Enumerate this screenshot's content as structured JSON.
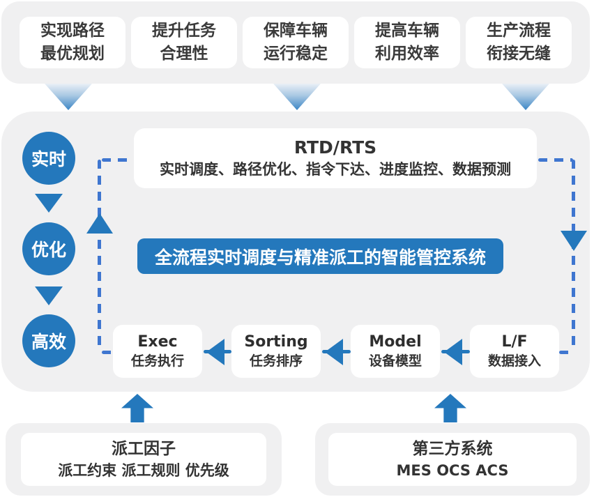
{
  "colors": {
    "solid_blue": "#2478bc",
    "dash_blue": "#3f76d0",
    "panel_gray": "#f0f0f1",
    "text_dark": "#3a3a3a",
    "arrow_gradient_top": "#e9eff6",
    "arrow_gradient_bottom": "#3b85c5"
  },
  "top_benefits": [
    {
      "line1": "实现路径",
      "line2": "最优规划"
    },
    {
      "line1": "提升任务",
      "line2": "合理性"
    },
    {
      "line1": "保障车辆",
      "line2": "运行稳定"
    },
    {
      "line1": "提高车辆",
      "line2": "利用效率"
    },
    {
      "line1": "生产流程",
      "line2": "衔接无缝"
    }
  ],
  "cycle": {
    "keywords": [
      {
        "label": "实时"
      },
      {
        "label": "优化"
      },
      {
        "label": "高效"
      }
    ],
    "rtd": {
      "title": "RTD/RTS",
      "subtitle": "实时调度、路径优化、指令下达、进度监控、数据预测"
    },
    "banner": "全流程实时调度与精准派工的智能管控系统",
    "stages": [
      {
        "en": "Exec",
        "zh": "任务执行"
      },
      {
        "en": "Sorting",
        "zh": "任务排序"
      },
      {
        "en": "Model",
        "zh": "设备模型"
      },
      {
        "en": "L/F",
        "zh": "数据接入"
      }
    ]
  },
  "inputs": {
    "dispatch_factors": {
      "title": "派工因子",
      "subtitle": "派工约束 派工规则 优先级"
    },
    "third_party": {
      "title": "第三方系统",
      "subtitle": "MES OCS ACS"
    }
  }
}
